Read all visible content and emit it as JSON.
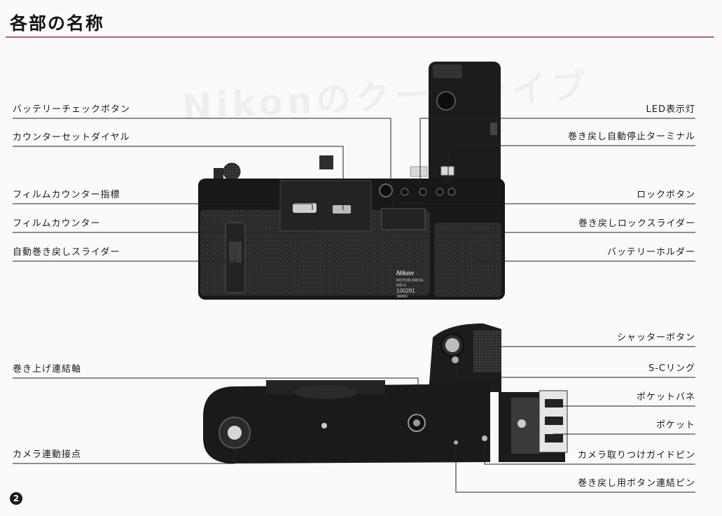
{
  "page": {
    "title": "各部の名称",
    "page_number": "2",
    "bleed_through": "Nikonのクードライブ"
  },
  "top_view": {
    "left_labels": [
      "バッテリーチェックボタン",
      "カウンターセットダイヤル",
      "フィルムカウンター指標",
      "フィルムカウンター",
      "自動巻き戻しスライダー"
    ],
    "right_labels": [
      "LED表示灯",
      "巻き戻し自動停止ターミナル",
      "ロックボタン",
      "巻き戻しロックスライダー",
      "バッテリーホルダー"
    ],
    "nameplate": {
      "brand": "Nikon",
      "model": "MOTOR DRIVE",
      "model_no": "MD-4",
      "serial": "100291",
      "origin": "JAPAN"
    }
  },
  "bottom_view": {
    "left_labels": [
      "巻き上げ連結軸",
      "カメラ連動接点"
    ],
    "right_labels": [
      "シャッターボタン",
      "S-Cリング",
      "ポケットバネ",
      "ポケット",
      "カメラ取りつけガイドピン",
      "巻き戻し用ボタン連結ピン"
    ]
  }
}
